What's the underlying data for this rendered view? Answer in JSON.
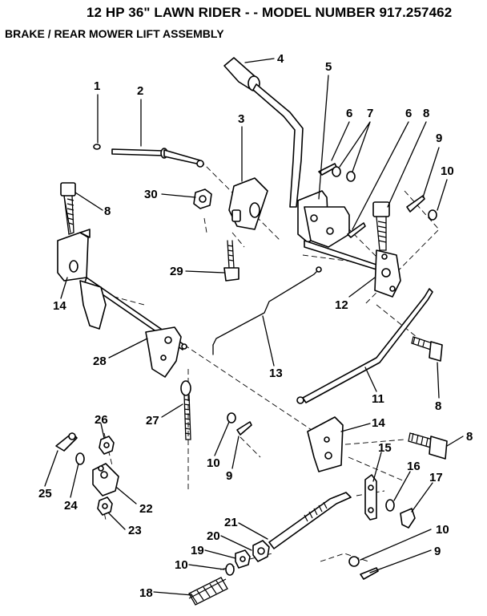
{
  "title": "12 HP 36\" LAWN RIDER - - MODEL NUMBER 917.257462",
  "subtitle": "BRAKE / REAR MOWER LIFT ASSEMBLY",
  "callouts": [
    "1",
    "2",
    "3",
    "4",
    "5",
    "6",
    "7",
    "6",
    "8",
    "9",
    "10",
    "30",
    "8",
    "29",
    "14",
    "12",
    "28",
    "13",
    "11",
    "8",
    "27",
    "14",
    "8",
    "26",
    "10",
    "9",
    "15",
    "16",
    "17",
    "25",
    "24",
    "22",
    "23",
    "21",
    "20",
    "10",
    "19",
    "9",
    "10",
    "18"
  ]
}
